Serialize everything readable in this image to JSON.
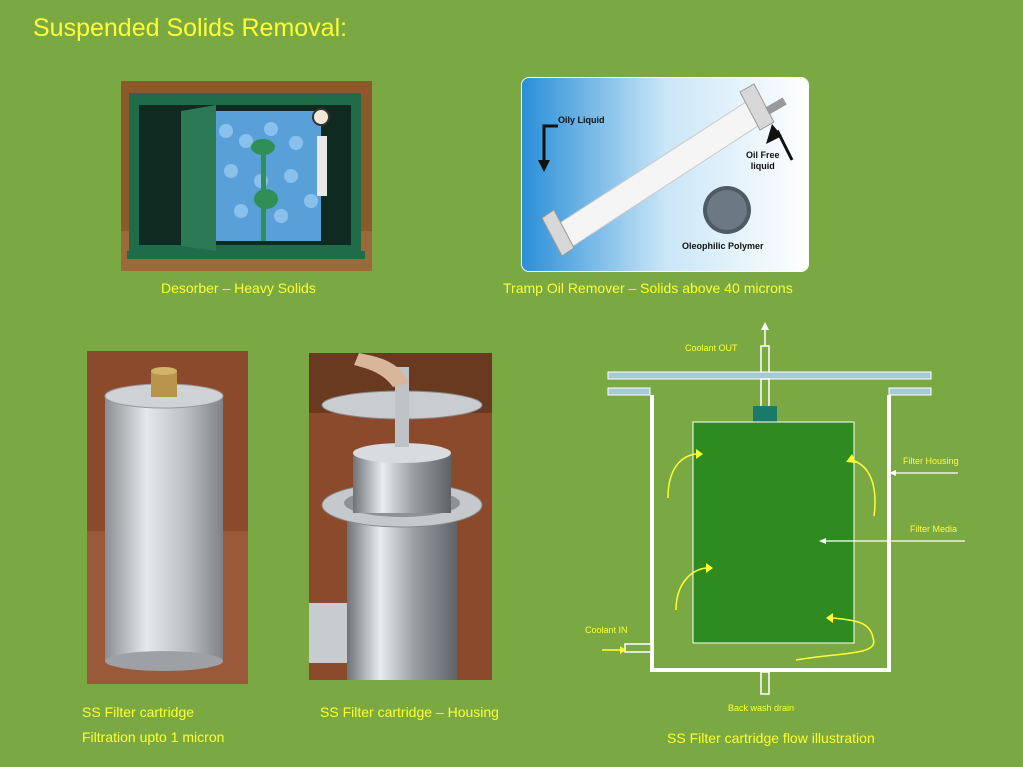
{
  "slide": {
    "title": "Suspended Solids Removal:",
    "captions": {
      "desorber": "Desorber – Heavy Solids",
      "tramp": "Tramp Oil Remover –  Solids above 40 microns",
      "cartridge": "SS Filter cartridge",
      "cartridge_note": "Filtration upto 1 micron",
      "housing": "SS Filter cartridge – Housing",
      "flow": "SS Filter cartridge flow illustration"
    },
    "tramp_labels": {
      "oily": "Oily Liquid",
      "oil_free_1": "Oil Free",
      "oil_free_2": "liquid",
      "polymer": "Oleophilic Polymer"
    },
    "diagram_labels": {
      "coolant_out": "Coolant OUT",
      "filter_housing": "Filter Housing",
      "filter_media": "Filter Media",
      "coolant_in": "Coolant IN",
      "back_wash": "Back wash drain"
    }
  },
  "colors": {
    "background": "#7aa843",
    "text": "#ffff33",
    "filter_media": "#2e8b1f",
    "housing_wall": "#ffffff"
  }
}
